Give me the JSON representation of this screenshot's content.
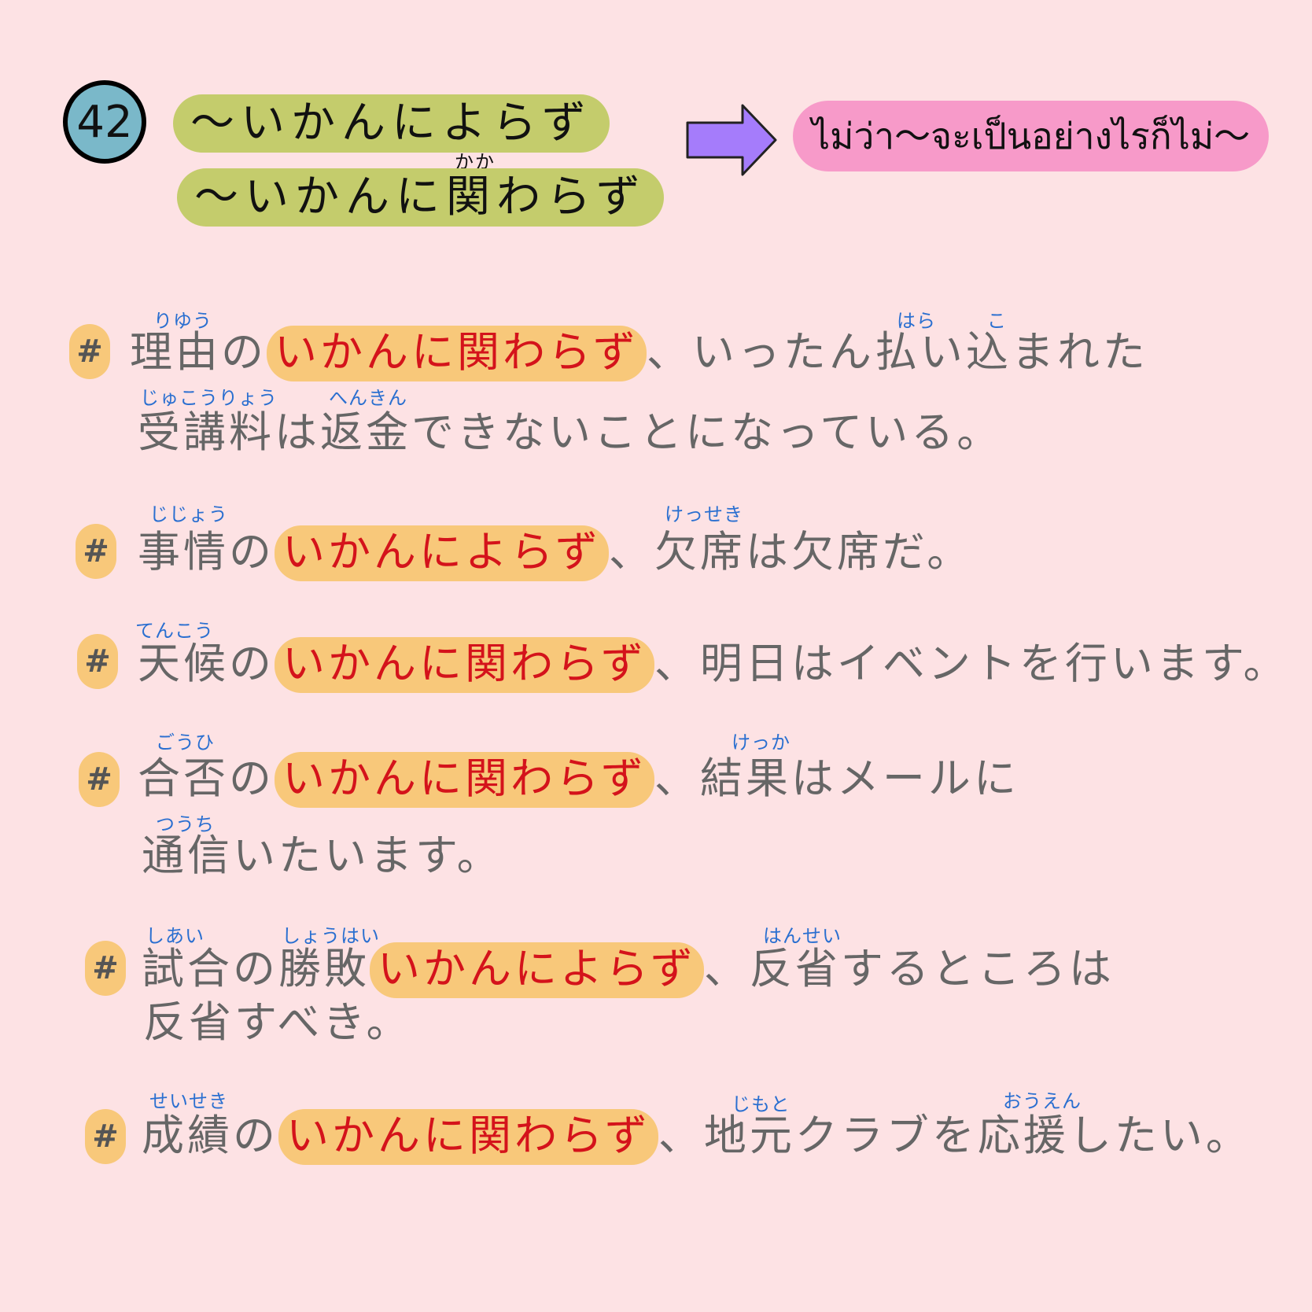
{
  "header": {
    "number": "42",
    "pattern_1": "〜いかんによらず",
    "pattern_2": "〜いかんに関わらず",
    "pattern_2_ruby": "かか",
    "meaning_thai": "ไม่ว่า〜จะเป็นอย่างไรก็ไม่〜"
  },
  "bullet_symbol": "#",
  "examples": [
    {
      "lines": [
        {
          "pre": "理由の",
          "highlight": "いかんに関わらず",
          "post": "、いったん払い込まれた"
        },
        {
          "pre": "受講料は返金できないことになっている。",
          "highlight": "",
          "post": ""
        }
      ],
      "ruby": [
        "りゆう",
        "はら",
        "こ",
        "じゅこうりょう",
        "へんきん"
      ]
    },
    {
      "lines": [
        {
          "pre": "事情の",
          "highlight": "いかんによらず",
          "post": "、欠席は欠席だ。"
        }
      ],
      "ruby": [
        "じじょう",
        "けっせき"
      ]
    },
    {
      "lines": [
        {
          "pre": "天候の",
          "highlight": "いかんに関わらず",
          "post": "、明日はイベントを行います。"
        }
      ],
      "ruby": [
        "てんこう"
      ]
    },
    {
      "lines": [
        {
          "pre": "合否の",
          "highlight": "いかんに関わらず",
          "post": "、結果はメールに"
        },
        {
          "pre": "通信いたいます。",
          "highlight": "",
          "post": ""
        }
      ],
      "ruby": [
        "ごうひ",
        "けっか",
        "つうち"
      ]
    },
    {
      "lines": [
        {
          "pre": "試合の勝敗",
          "highlight": "いかんによらず",
          "post": "、反省するところは"
        },
        {
          "pre": "反省すべき。",
          "highlight": "",
          "post": ""
        }
      ],
      "ruby": [
        "しあい",
        "しょうはい",
        "はんせい"
      ]
    },
    {
      "lines": [
        {
          "pre": "成績の",
          "highlight": "いかんに関わらず",
          "post": "、地元クラブを応援したい。"
        }
      ],
      "ruby": [
        "せいせき",
        "じもと",
        "おうえん"
      ]
    }
  ]
}
